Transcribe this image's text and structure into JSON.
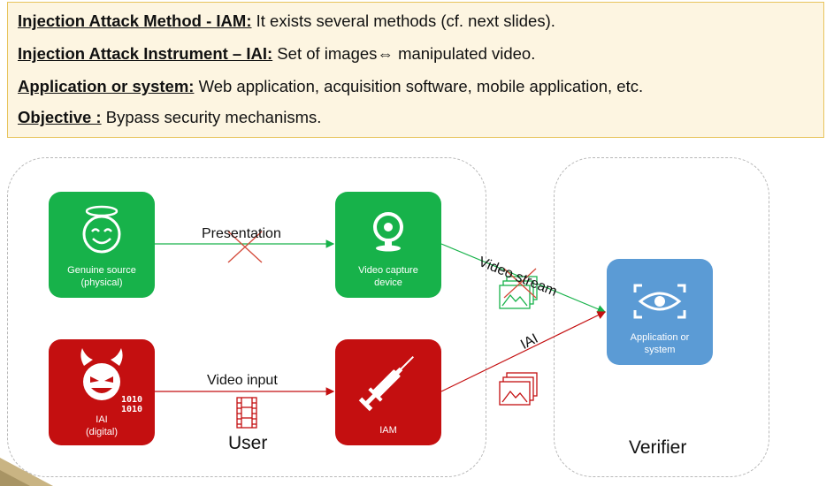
{
  "definitions": [
    {
      "term": "Injection Attack Method - IAM:",
      "text": " It exists several methods (cf. next slides)."
    },
    {
      "term": "Injection Attack Instrument – IAI:",
      "text": " Set of images⇔ manipulated video."
    },
    {
      "term": "Application or system:",
      "text": " Web application, acquisition software, mobile application, etc."
    },
    {
      "term": "Objective :",
      "text": " Bypass security mechanisms."
    }
  ],
  "nodes": {
    "genuine": {
      "line1": "Genuine source",
      "line2": "(physical)",
      "color": "#17b24a"
    },
    "capture": {
      "line1": "Video capture",
      "line2": "device",
      "color": "#17b24a"
    },
    "iai": {
      "line1": "IAI",
      "line2": "(digital)",
      "color": "#c40f10",
      "binary1": "1010",
      "binary2": "1010"
    },
    "iam": {
      "line1": "IAM",
      "color": "#c40f10"
    },
    "app": {
      "line1": "Application or",
      "line2": "system",
      "color": "#5b9bd5"
    }
  },
  "edges": {
    "presentation": "Presentation",
    "video_input": "Video input",
    "video_stream": "Video stream",
    "iai": "IAI"
  },
  "regions": {
    "user": "User",
    "verifier": "Verifier"
  },
  "colors": {
    "green": "#17b24a",
    "red": "#c40f10",
    "blue": "#5b9bd5",
    "cross": "#d44a3a",
    "box_bg": "#fdf5e1",
    "box_border": "#e8c45c"
  }
}
